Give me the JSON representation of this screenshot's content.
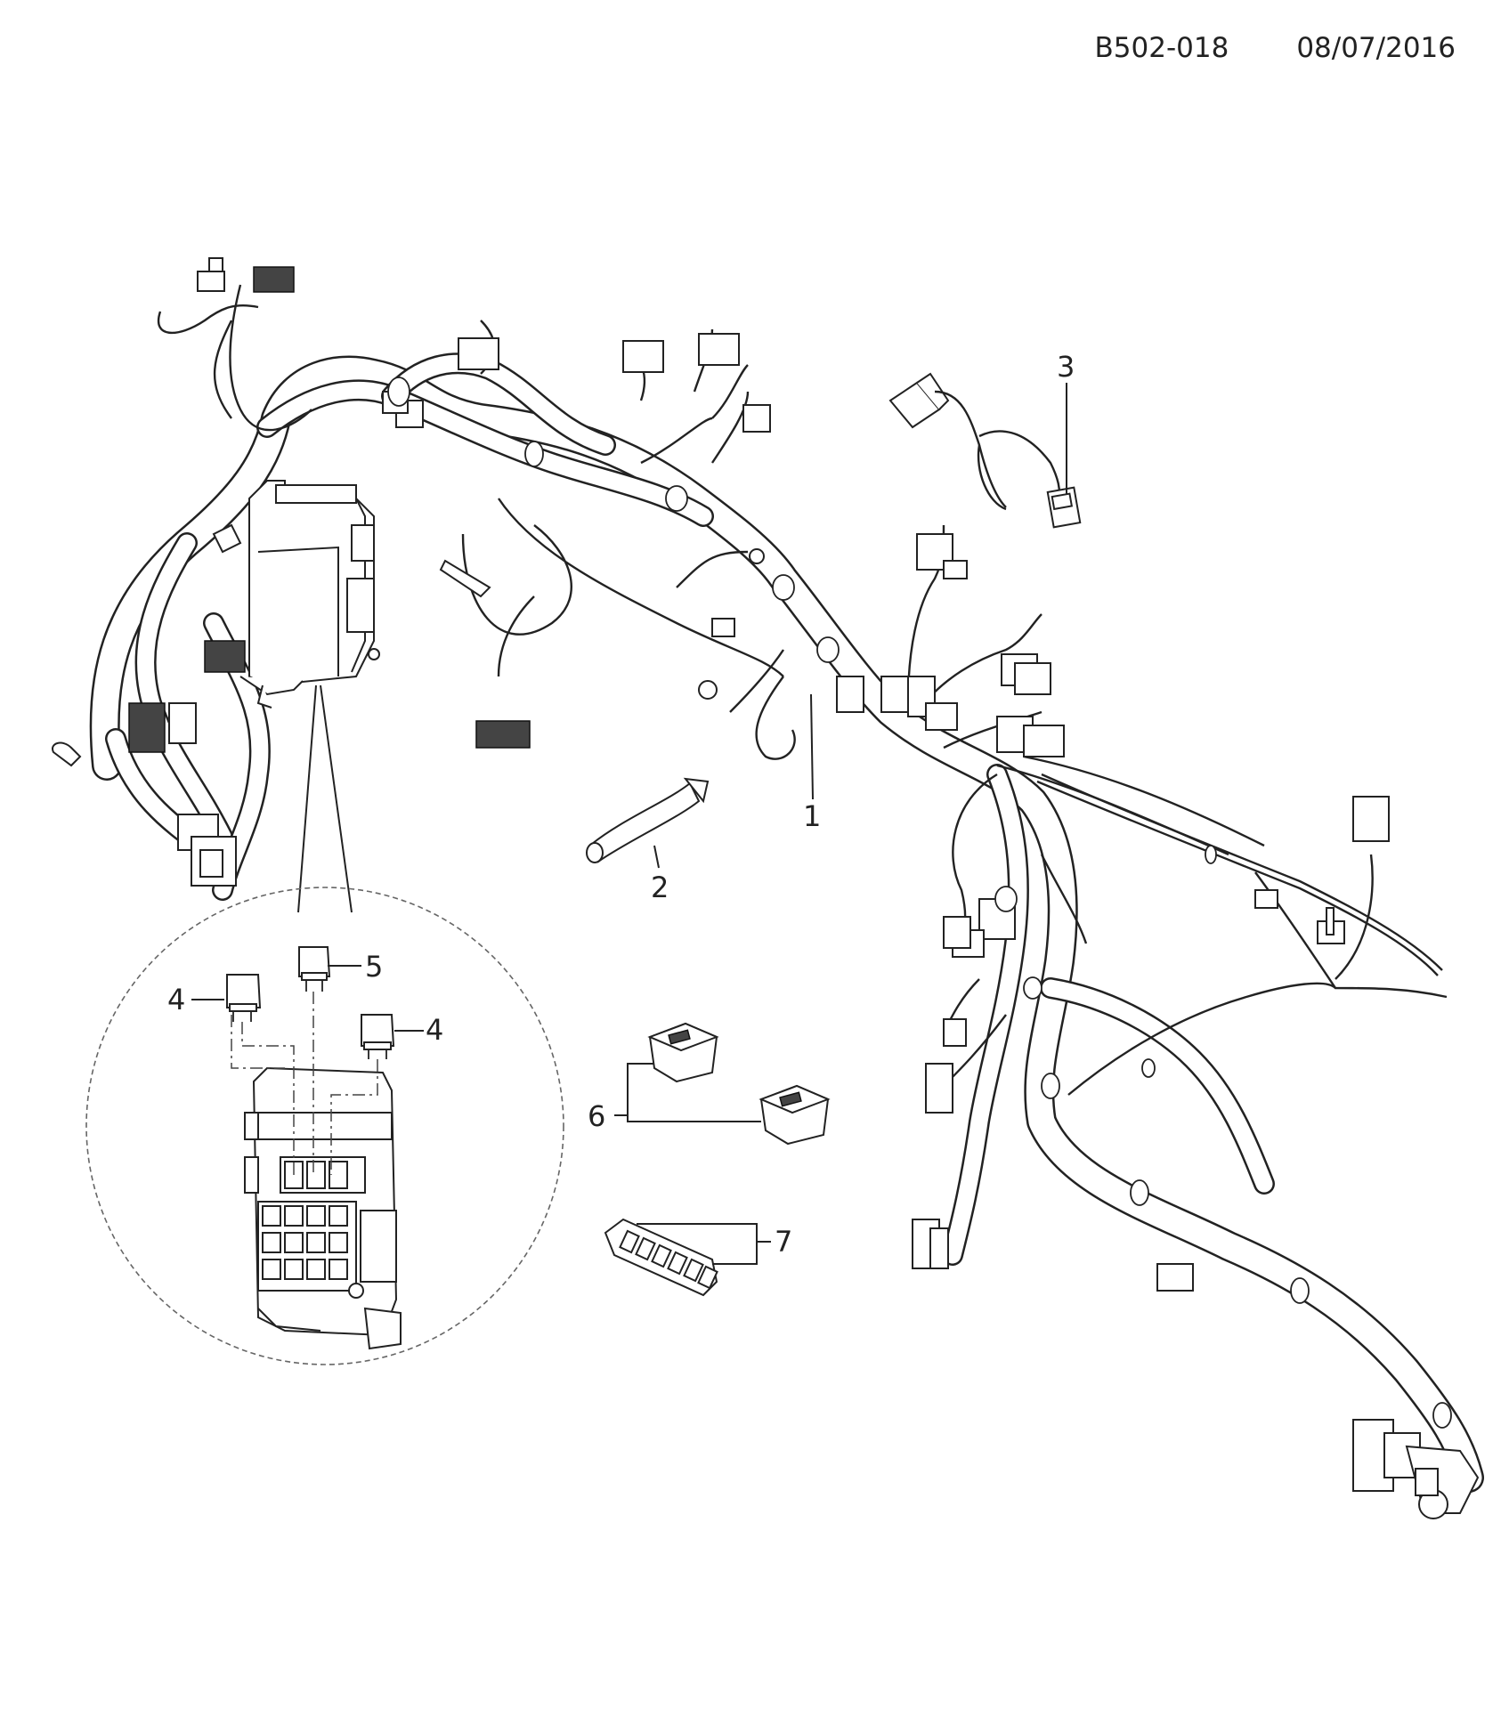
{
  "header": {
    "diagram_code": "B502-018",
    "date": "08/07/2016"
  },
  "callouts": {
    "c1": "1",
    "c2": "2",
    "c3": "3",
    "c4a": "4",
    "c4b": "4",
    "c5": "5",
    "c6": "6",
    "c7": "7"
  }
}
